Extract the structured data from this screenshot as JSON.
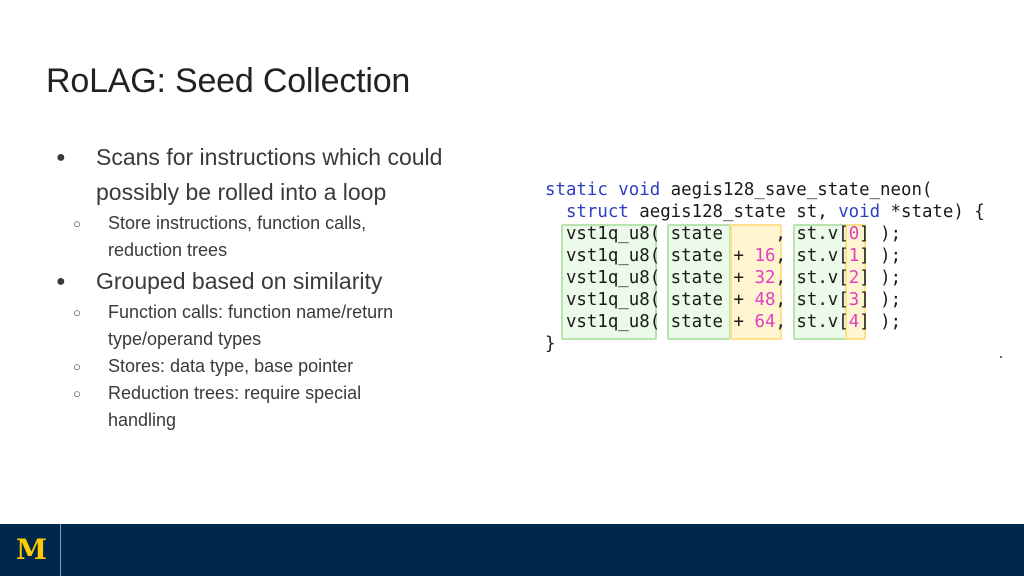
{
  "slide": {
    "title": "RoLAG: Seed Collection"
  },
  "bullets": [
    {
      "text_line1": "Scans for instructions which could",
      "text_line2": "possibly be rolled into a loop",
      "subs": [
        {
          "line1": "Store instructions, function calls,",
          "line2": "reduction trees"
        }
      ]
    },
    {
      "text_line1": "Grouped based on similarity",
      "subs": [
        {
          "line1": "Function calls: function name/return",
          "line2": "type/operand types"
        },
        {
          "line1": "Stores: data type, base pointer"
        },
        {
          "line1": "Reduction trees: require special",
          "line2": "handling"
        }
      ]
    }
  ],
  "glyphs": {
    "bullet": "●",
    "sub_bullet": "○"
  },
  "code": {
    "l1_kw": "static void",
    "l1_rest": " aegis128_save_state_neon(",
    "l2_kw1": "struct",
    "l2_mid": " aegis128_state st, ",
    "l2_kw2": "void",
    "l2_rest": " *state) {",
    "calls": [
      {
        "fn": "vst1q_u8(",
        "arg": "state",
        "op": "",
        "off": "",
        "fld": "st.v[",
        "idx": "0",
        "end": "] );"
      },
      {
        "fn": "vst1q_u8(",
        "arg": "state",
        "op": "+",
        "off": "16",
        "fld": "st.v[",
        "idx": "1",
        "end": "] );"
      },
      {
        "fn": "vst1q_u8(",
        "arg": "state",
        "op": "+",
        "off": "32",
        "fld": "st.v[",
        "idx": "2",
        "end": "] );"
      },
      {
        "fn": "vst1q_u8(",
        "arg": "state",
        "op": "+",
        "off": "48",
        "fld": "st.v[",
        "idx": "3",
        "end": "] );"
      },
      {
        "fn": "vst1q_u8(",
        "arg": "state",
        "op": "+",
        "off": "64",
        "fld": "st.v[",
        "idx": "4",
        "end": "] );"
      }
    ],
    "close": "}"
  },
  "footer": {
    "logo_text": "M"
  },
  "colors": {
    "footer_bg": "#00274c",
    "logo": "#ffcb05",
    "keyword": "#2c3fbf",
    "number": "#e040c0",
    "highlight_green": "#b8e3b0",
    "highlight_yellow": "#ffe08a"
  }
}
